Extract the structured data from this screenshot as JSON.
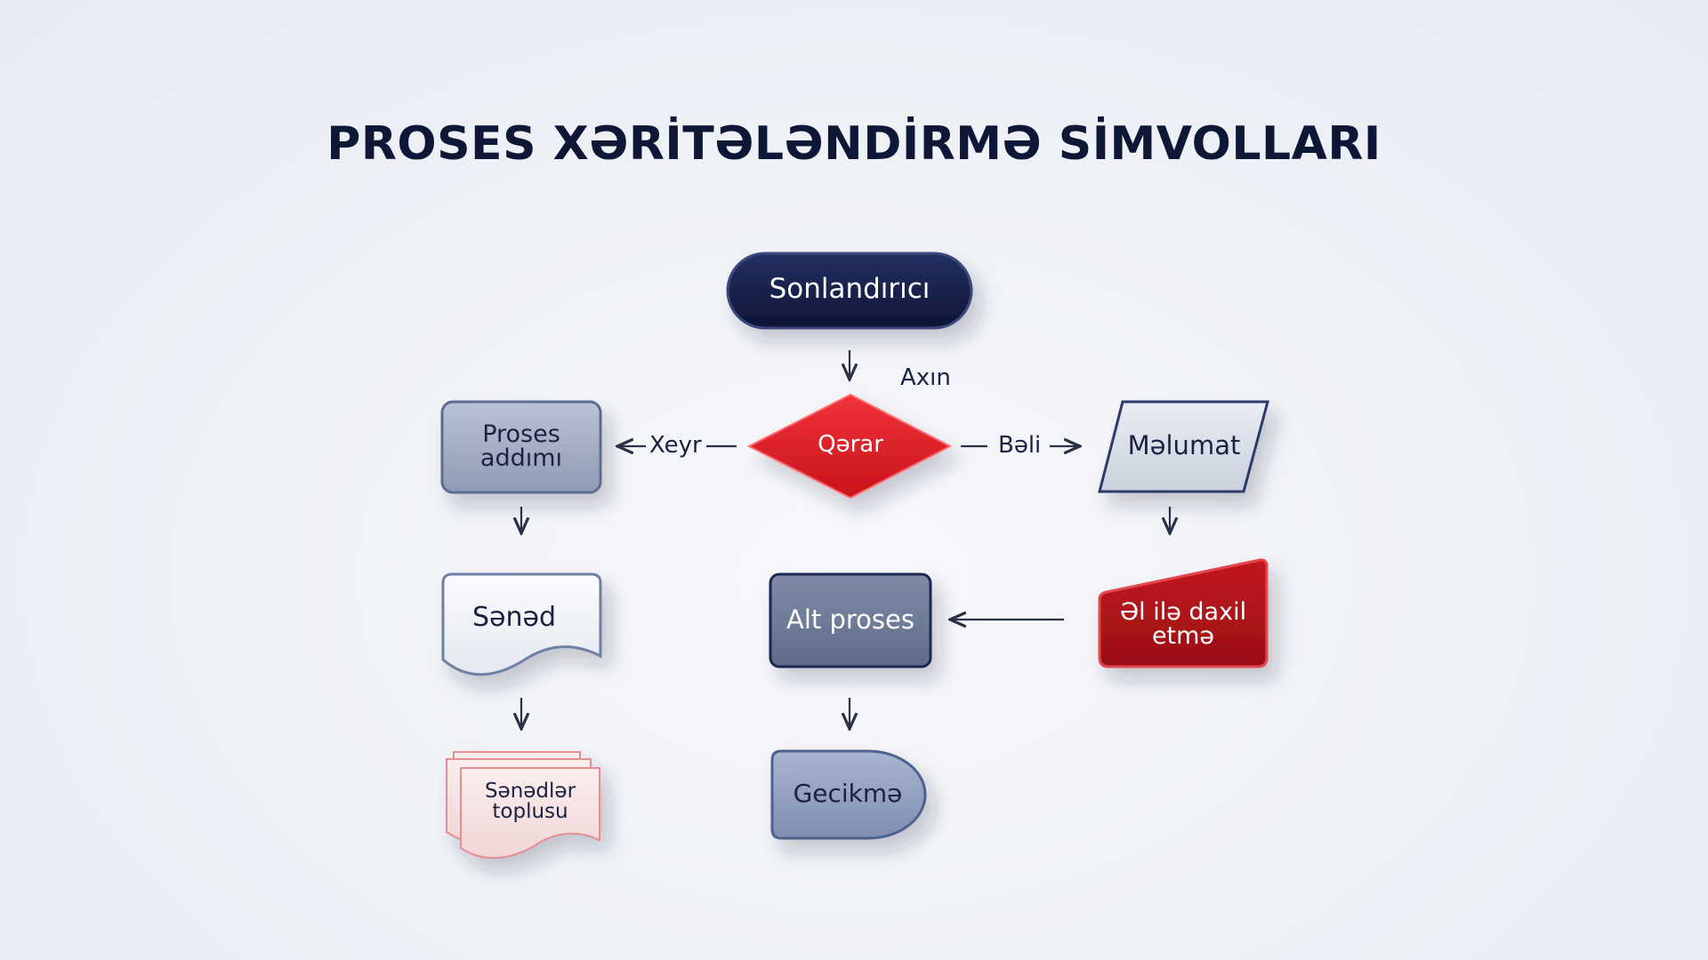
{
  "title": "PROSES XƏRİTƏLƏNDİRMƏ SİMVOLLARI",
  "colors": {
    "navy": "#131c47",
    "red": "#e0202a",
    "dark_red": "#b0161c",
    "steel_blue": "#8e9ab2",
    "dark_steel": "#6d7a97",
    "pink_outline": "#e48e92"
  },
  "nodes": {
    "terminator": {
      "label": "Sonlandırıcı",
      "shape": "terminator"
    },
    "decision": {
      "label": "Qərar",
      "shape": "decision"
    },
    "process_step": {
      "label_line1": "Proses",
      "label_line2": "addımı",
      "shape": "process"
    },
    "data": {
      "label": "Məlumat",
      "shape": "data"
    },
    "document": {
      "label": "Sənəd",
      "shape": "document"
    },
    "subprocess": {
      "label": "Alt proses",
      "shape": "predefined-process"
    },
    "manual_input": {
      "label_line1": "Əl ilə daxil",
      "label_line2": "etmə",
      "shape": "manual-input"
    },
    "multi_document": {
      "label_line1": "Sənədlər",
      "label_line2": "toplusu",
      "shape": "multi-document"
    },
    "delay": {
      "label": "Gecikmə",
      "shape": "delay"
    }
  },
  "edges": [
    {
      "from": "terminator",
      "to": "decision",
      "label": "Axın"
    },
    {
      "from": "decision",
      "to": "process_step",
      "label": "Xeyr"
    },
    {
      "from": "decision",
      "to": "data",
      "label": "Bəli"
    },
    {
      "from": "process_step",
      "to": "document",
      "label": ""
    },
    {
      "from": "data",
      "to": "manual_input",
      "label": ""
    },
    {
      "from": "manual_input",
      "to": "subprocess",
      "label": ""
    },
    {
      "from": "document",
      "to": "multi_document",
      "label": ""
    },
    {
      "from": "subprocess",
      "to": "delay",
      "label": ""
    }
  ]
}
